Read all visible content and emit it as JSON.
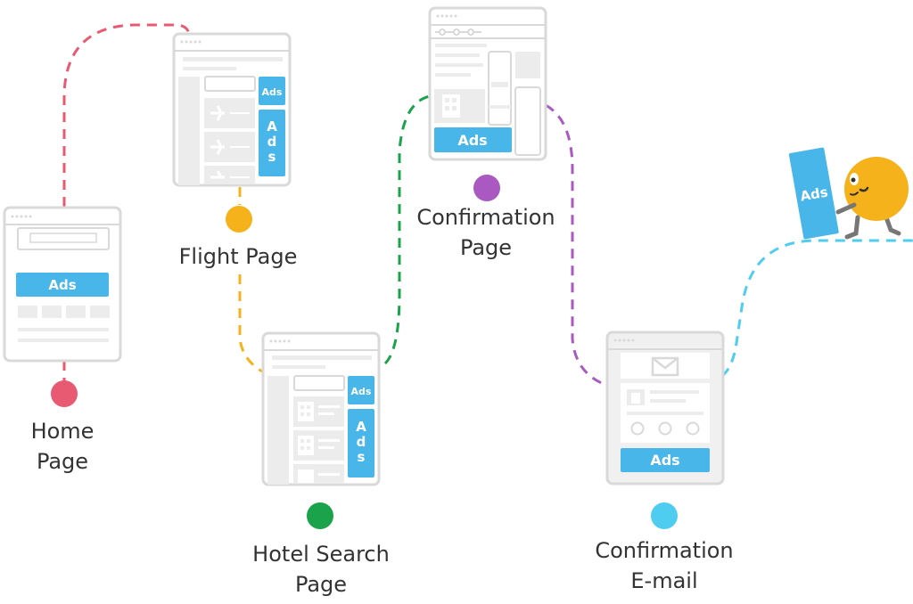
{
  "colors": {
    "home": "#e85a72",
    "flight": "#f6b21b",
    "hotel": "#1aa34a",
    "confirmation": "#a959bf",
    "email": "#4fcdf0",
    "ads": "#49b6ea",
    "frame": "#d9d9d9",
    "block": "#ececec",
    "mascot": "#f6b21b"
  },
  "stages": {
    "home": {
      "label_line1": "Home",
      "label_line2": "Page"
    },
    "flight": {
      "label_line1": "Flight Page",
      "label_line2": ""
    },
    "hotel": {
      "label_line1": "Hotel Search",
      "label_line2": "Page"
    },
    "confirmation": {
      "label_line1": "Confirmation",
      "label_line2": "Page"
    },
    "email": {
      "label_line1": "Confirmation",
      "label_line2": "E-mail"
    }
  },
  "ads_text": {
    "home": "Ads",
    "flight_small": "Ads",
    "flight_vertical": [
      "A",
      "d",
      "s"
    ],
    "hotel_small": "Ads",
    "hotel_vertical": [
      "A",
      "d",
      "s"
    ],
    "confirmation": "Ads",
    "email": "Ads",
    "mascot_sign": "Ads"
  },
  "icons": {
    "flight_rows": "plane-icon",
    "hotel_rows": "building-icon",
    "email_header": "envelope-icon"
  }
}
